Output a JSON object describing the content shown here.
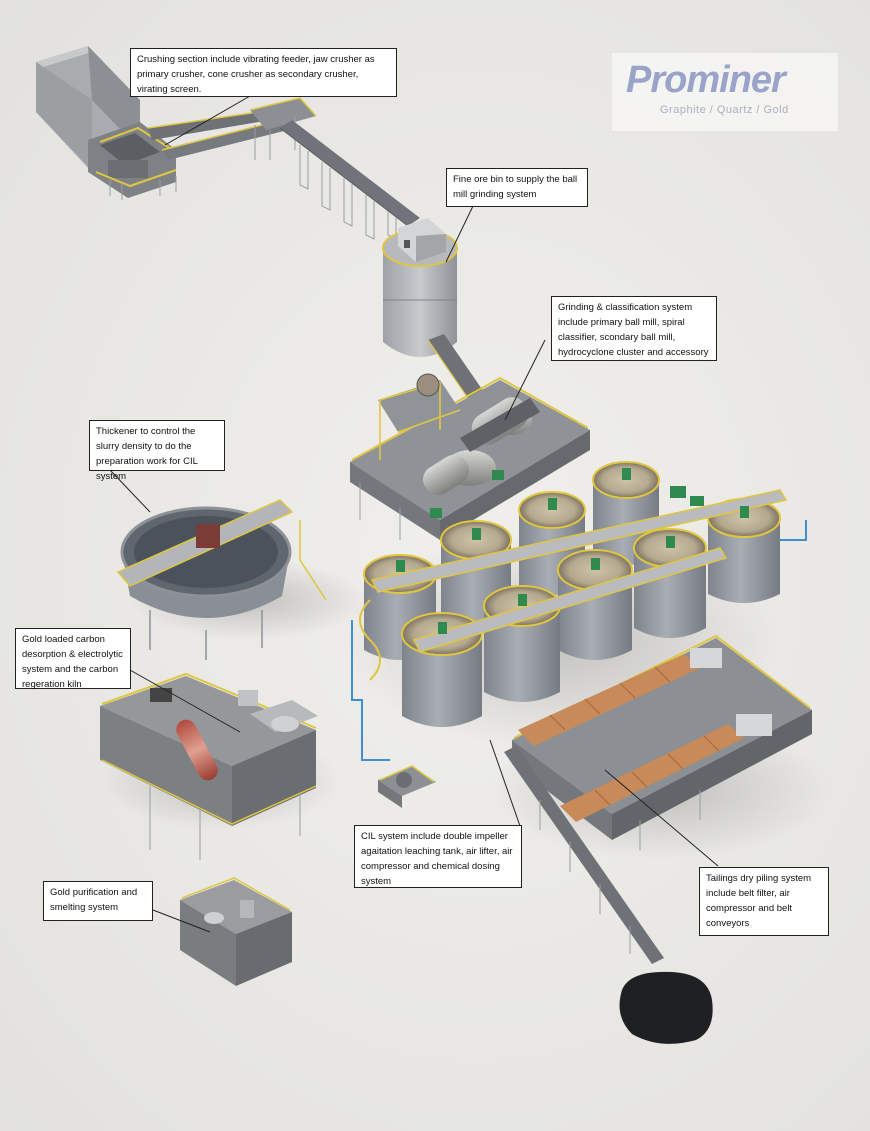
{
  "logo": {
    "wordmark": "Prominer",
    "tagline": "Graphite / Quartz / Gold",
    "color": "#9aa4c8"
  },
  "callouts": {
    "crushing": "Crushing section include vibrating feeder,  jaw crusher as primary crusher, cone crusher as secondary crusher, virating screen.",
    "ore_bin": "Fine ore bin to supply the ball mill grinding system",
    "grinding": "Grinding & classification system include primary ball mill, spiral classifier, scondary ball mill, hydrocyclone cluster and  accessory",
    "thickener": "Thickener to control the slurry density to do the preparation work for CIL system",
    "desorption": "Gold loaded carbon desorption & electrolytic system and the carbon regeration kiln",
    "cil": "CIL system include double impeller agaitation leaching tank, air lifter, air compressor and chemical dosing system",
    "tailings": "Tailings dry piling system include belt filter, air compressor and belt conveyors",
    "smelting": "Gold purification and smelting system"
  },
  "colors": {
    "structure": "#8e9196",
    "railing": "#e0c640",
    "tank_wall": "#9a9ea6",
    "motor": "#2e8a4e",
    "filter_belt": "#c98a5a",
    "pipe": "#3d8fd6"
  }
}
